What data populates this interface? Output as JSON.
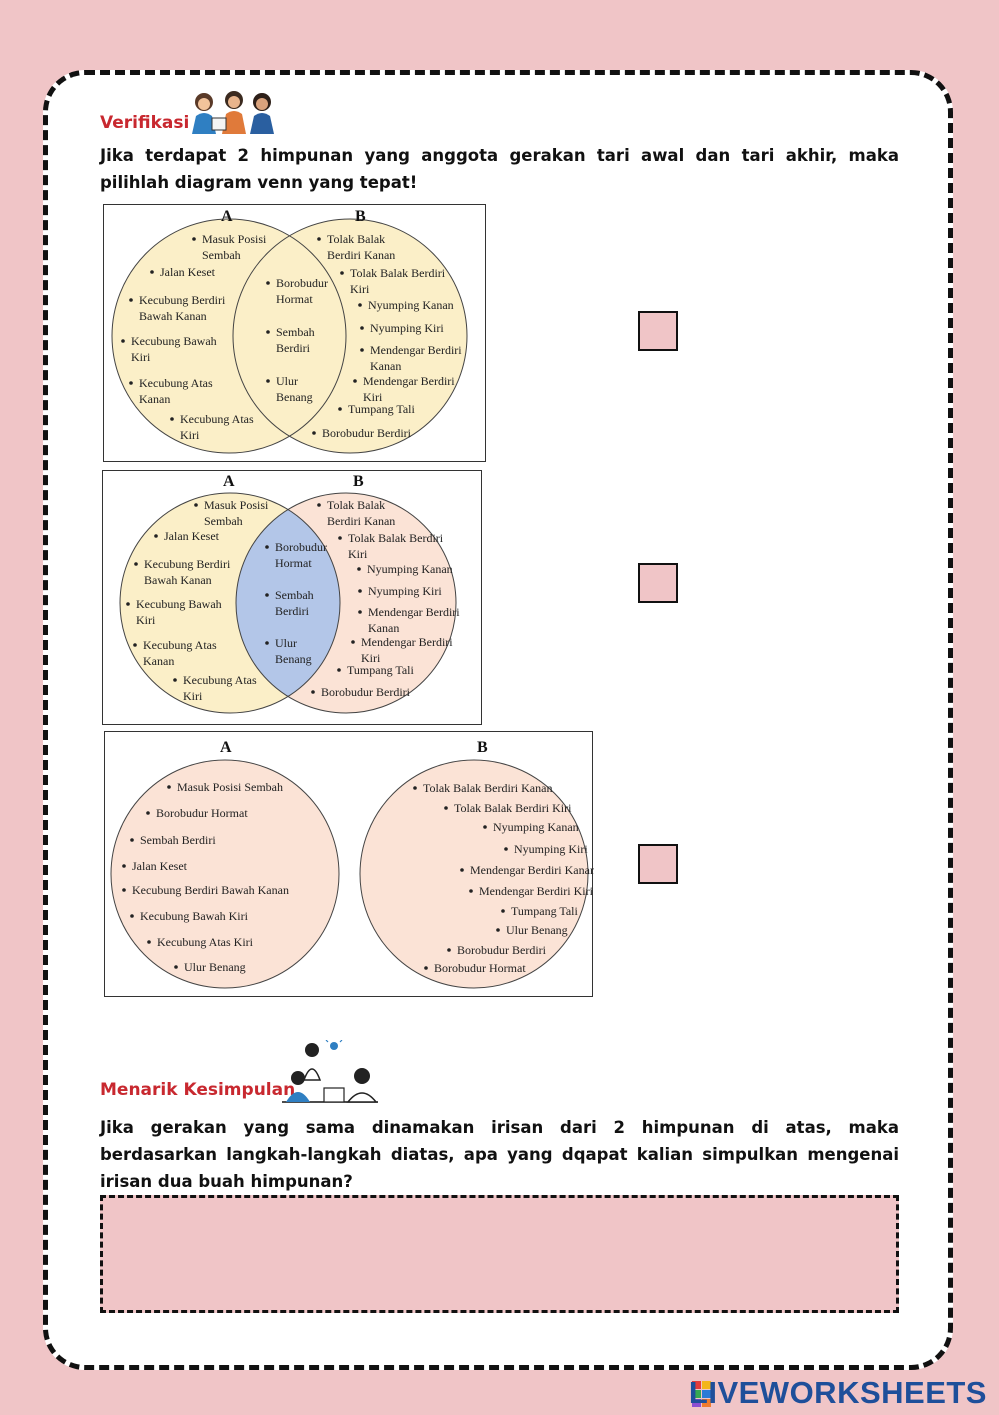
{
  "verification": {
    "title": "Verifikasi",
    "question": "Jika terdapat 2 himpunan yang anggota gerakan tari awal dan tari akhir, maka pilihlah diagram venn yang tepat!"
  },
  "diagrams": [
    {
      "label_a": "A",
      "label_b": "B",
      "a_only": [
        [
          "Masuk Posisi",
          "Sembah"
        ],
        [
          "Jalan Keset"
        ],
        [
          "Kecubung Berdiri",
          "Bawah Kanan"
        ],
        [
          "Kecubung Bawah",
          "Kiri"
        ],
        [
          "Kecubung Atas",
          "Kanan"
        ],
        [
          "Kecubung Atas",
          "Kiri"
        ]
      ],
      "both": [
        [
          "Borobudur",
          "Hormat"
        ],
        [
          "Sembah",
          "Berdiri"
        ],
        [
          "Ulur",
          "Benang"
        ]
      ],
      "b_only": [
        [
          "Tolak Balak",
          "Berdiri Kanan"
        ],
        [
          "Tolak Balak Berdiri",
          "Kiri"
        ],
        [
          "Nyumping Kanan"
        ],
        [
          "Nyumping Kiri"
        ],
        [
          "Mendengar Berdiri",
          "Kanan"
        ],
        [
          "Mendengar Berdiri",
          "Kiri"
        ],
        [
          "Tumpang Tali"
        ],
        [
          "Borobudur Berdiri"
        ]
      ],
      "colors": {
        "a": "#fbefc8",
        "b": "#fbefc8",
        "mid": "#fbefc8"
      }
    },
    {
      "label_a": "A",
      "label_b": "B",
      "a_only": [
        [
          "Masuk Posisi",
          "Sembah"
        ],
        [
          "Jalan Keset"
        ],
        [
          "Kecubung Berdiri",
          "Bawah Kanan"
        ],
        [
          "Kecubung Bawah",
          "Kiri"
        ],
        [
          "Kecubung Atas",
          "Kanan"
        ],
        [
          "Kecubung Atas",
          "Kiri"
        ]
      ],
      "both": [
        [
          "Borobudur",
          "Hormat"
        ],
        [
          "Sembah",
          "Berdiri"
        ],
        [
          "Ulur",
          "Benang"
        ]
      ],
      "b_only": [
        [
          "Tolak Balak",
          "Berdiri Kanan"
        ],
        [
          "Tolak Balak Berdiri",
          "Kiri"
        ],
        [
          "Nyumping Kanan"
        ],
        [
          "Nyumping Kiri"
        ],
        [
          "Mendengar Berdiri",
          "Kanan"
        ],
        [
          "Mendengar Berdiri",
          "Kiri"
        ],
        [
          "Tumpang Tali"
        ],
        [
          "Borobudur Berdiri"
        ]
      ],
      "colors": {
        "a": "#fbefc8",
        "b": "#fbe3d6",
        "mid": "#b3c6e8"
      }
    },
    {
      "label_a": "A",
      "label_b": "B",
      "a_items": [
        "Masuk Posisi Sembah",
        "Borobudur Hormat",
        "Sembah Berdiri",
        "Jalan Keset",
        "Kecubung Berdiri Bawah Kanan",
        "Kecubung Bawah Kiri",
        "Kecubung Atas Kiri",
        "Ulur Benang"
      ],
      "b_items": [
        "Tolak Balak Berdiri Kanan",
        "Tolak Balak Berdiri Kiri",
        "Nyumping Kanan",
        "Nyumping Kiri",
        "Mendengar Berdiri Kanan",
        "Mendengar Berdiri Kiri",
        "Tumpang Tali",
        "Ulur Benang",
        "Borobudur Berdiri",
        "Borobudur Hormat"
      ],
      "colors": {
        "a": "#fbe3d6",
        "b": "#fbe3d6"
      }
    }
  ],
  "conclusion": {
    "title": "Menarik Kesimpulan",
    "question": "Jika gerakan yang sama dinamakan irisan dari 2 himpunan di atas, maka berdasarkan langkah-langkah diatas, apa yang dqapat kalian simpulkan mengenai irisan dua buah himpunan?",
    "answer_value": ""
  },
  "footer": {
    "brand": "LIVEWORKSHEETS"
  },
  "theme": {
    "background": "#f0c5c7",
    "accent": "#c8282f",
    "brand": "#1e4f9a"
  }
}
